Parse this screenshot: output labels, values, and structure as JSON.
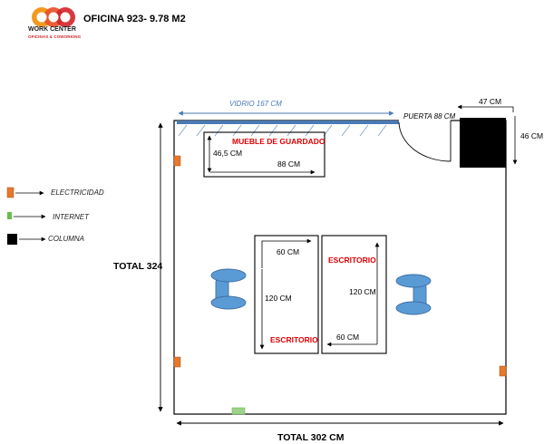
{
  "logo": {
    "brand": "WORK CENTER",
    "tagline": "OFICINAS & COWORKING"
  },
  "title": "OFICINA 923- 9.78 M2",
  "labels": {
    "vidrio": "VIDRIO 167 CM",
    "puerta": "PUERTA 88 CM",
    "mueble": "MUEBLE DE GUARDADO",
    "mueble_depth": "46,5 CM",
    "mueble_width": "88 CM",
    "column_width": "47 CM",
    "column_depth": "46 CM",
    "total_height": "TOTAL 324",
    "total_width": "TOTAL 302 CM"
  },
  "desks": [
    {
      "label": "ESCRITORIO",
      "width": "60 CM",
      "length": "120 CM"
    },
    {
      "label": "ESCRITORIO",
      "width": "60 CM",
      "length": "120 CM"
    }
  ],
  "legend": [
    {
      "label": "ELECTRICIDAD",
      "color": "#e8782a"
    },
    {
      "label": "INTERNET",
      "color": "#6abf4b"
    },
    {
      "label": "COLUMNA",
      "color": "#000000"
    }
  ],
  "colors": {
    "glass": "#4a7ab5",
    "chair": "#5b9bd5",
    "desk_label": "#e00000"
  }
}
